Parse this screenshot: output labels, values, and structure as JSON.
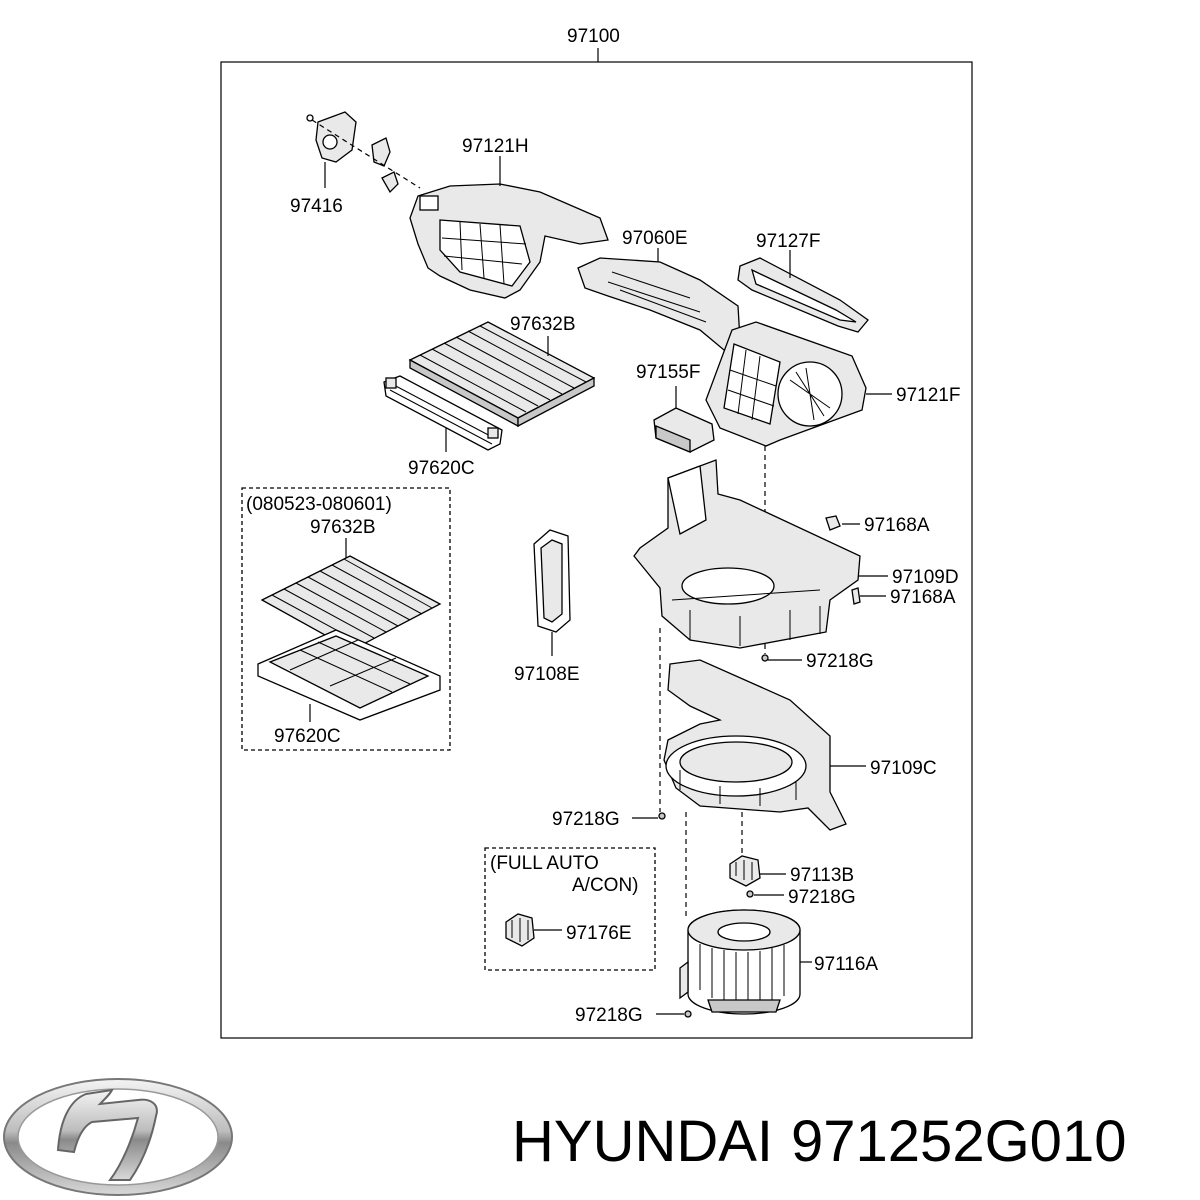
{
  "assembly_label": "97100",
  "labels": {
    "p97416": "97416",
    "p97121H": "97121H",
    "p97060E": "97060E",
    "p97127F": "97127F",
    "p97632B": "97632B",
    "p97155F": "97155F",
    "p97121F": "97121F",
    "p97620C": "97620C",
    "p97168A_1": "97168A",
    "p97109D": "97109D",
    "p97168A_2": "97168A",
    "p97108E": "97108E",
    "p97218G_1": "97218G",
    "p97109C": "97109C",
    "p97218G_2": "97218G",
    "p97113B": "97113B",
    "p97218G_3": "97218G",
    "p97176E": "97176E",
    "p97116A": "97116A",
    "p97218G_4": "97218G"
  },
  "inset_filter": {
    "date_range": "(080523-080601)",
    "filter_label": "97632B",
    "holder_label": "97620C"
  },
  "inset_auto": {
    "line1": "(FULL AUTO",
    "line2": "A/CON)"
  },
  "footer": {
    "brand": "HYUNDAI",
    "part_number": "971252G010"
  },
  "logo_icon": "hyundai-logo-icon"
}
